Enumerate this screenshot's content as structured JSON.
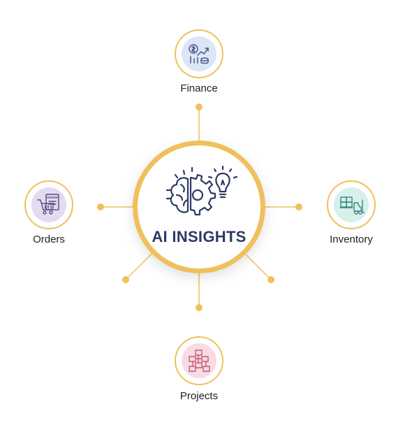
{
  "center": {
    "title": "AI INSIGHTS",
    "icon": "brain-gear-lightbulb-icon"
  },
  "nodes": [
    {
      "id": "finance",
      "label": "Finance",
      "icon": "finance-chart-icon",
      "tint": "#dde6f7"
    },
    {
      "id": "orders",
      "label": "Orders",
      "icon": "order-cart-icon",
      "tint": "#e3dcf0",
      "badge": "ORDER"
    },
    {
      "id": "inventory",
      "label": "Inventory",
      "icon": "forklift-icon",
      "tint": "#d8f0ec"
    },
    {
      "id": "projects",
      "label": "Projects",
      "icon": "project-boxes-icon",
      "tint": "#f8dbe3"
    }
  ],
  "colors": {
    "accent": "#efc05c",
    "title": "#2d3a66",
    "connector": "#efc05c"
  }
}
